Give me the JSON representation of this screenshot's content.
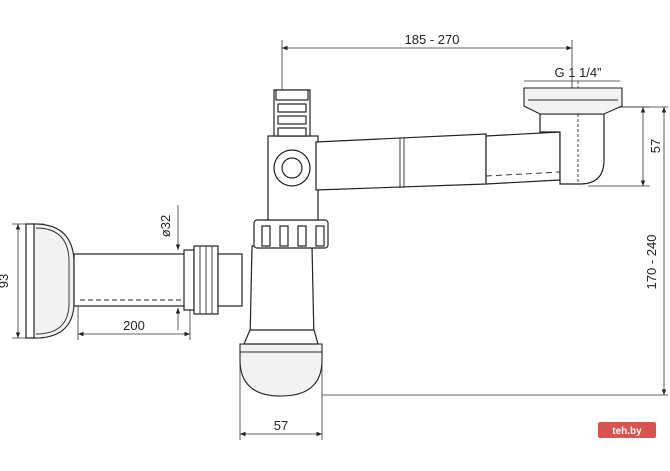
{
  "dimensions": {
    "top_width": "185 - 270",
    "thread": "G 1 1/4”",
    "height_upper": "57",
    "height_total": "170 - 240",
    "pipe_length": "200",
    "diameter": "ø32",
    "wall_flange": "93",
    "bottom_width": "57"
  },
  "watermark": "teh.by"
}
